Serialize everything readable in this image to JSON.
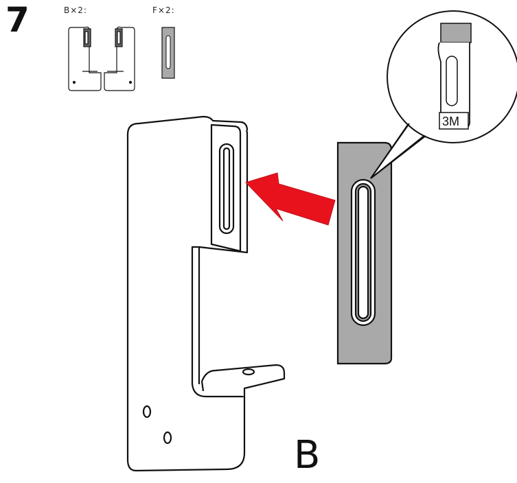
{
  "step": {
    "number": "7"
  },
  "parts": [
    {
      "id": "B",
      "qty_label": "B×2:"
    },
    {
      "id": "F",
      "qty_label": "F×2:"
    }
  ],
  "callout": {
    "stamp": "3M"
  },
  "assembly": {
    "part_letter": "B"
  },
  "colors": {
    "arrow": "#e8121d",
    "pad": "#a9a9a9",
    "line": "#111111"
  }
}
